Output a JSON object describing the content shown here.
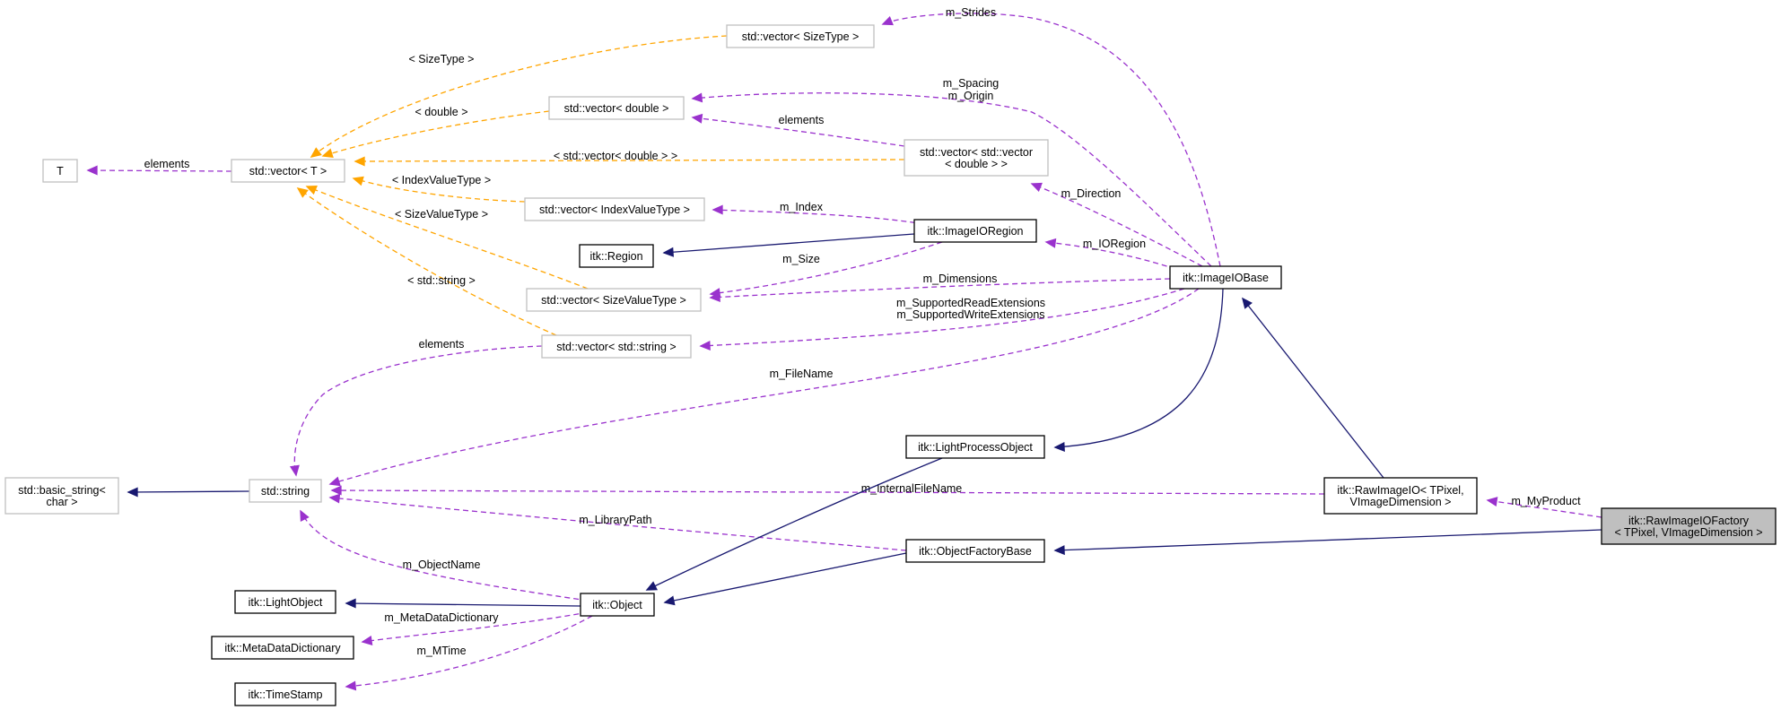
{
  "colors": {
    "inheritance": "#191970",
    "member": "#9a32cd",
    "template": "#ffa500",
    "focus_fill": "#bfbfbf"
  },
  "nodes": [
    {
      "id": "T",
      "lines": [
        "T"
      ],
      "style": "faded"
    },
    {
      "id": "vec_T",
      "lines": [
        "std::vector< T >"
      ],
      "style": "faded"
    },
    {
      "id": "vec_sizetype",
      "lines": [
        "std::vector< SizeType >"
      ],
      "style": "faded"
    },
    {
      "id": "vec_double",
      "lines": [
        "std::vector< double >"
      ],
      "style": "faded"
    },
    {
      "id": "vec_vec_double",
      "lines": [
        "std::vector< std::vector",
        "< double > >"
      ],
      "style": "faded"
    },
    {
      "id": "vec_indexvaluetype",
      "lines": [
        "std::vector< IndexValueType >"
      ],
      "style": "faded"
    },
    {
      "id": "itk_region",
      "lines": [
        "itk::Region"
      ],
      "style": "solid"
    },
    {
      "id": "itk_imageioregion",
      "lines": [
        "itk::ImageIORegion"
      ],
      "style": "solid"
    },
    {
      "id": "vec_sizevaluetype",
      "lines": [
        "std::vector< SizeValueType >"
      ],
      "style": "faded"
    },
    {
      "id": "itk_imageiobase",
      "lines": [
        "itk::ImageIOBase"
      ],
      "style": "solid"
    },
    {
      "id": "vec_string",
      "lines": [
        "std::vector< std::string >"
      ],
      "style": "faded"
    },
    {
      "id": "basic_string",
      "lines": [
        "std::basic_string<",
        "char >"
      ],
      "style": "faded"
    },
    {
      "id": "std_string",
      "lines": [
        "std::string"
      ],
      "style": "faded"
    },
    {
      "id": "itk_lightprocessobject",
      "lines": [
        "itk::LightProcessObject"
      ],
      "style": "solid"
    },
    {
      "id": "itk_rawimageio",
      "lines": [
        "itk::RawImageIO< TPixel,",
        "VImageDimension >"
      ],
      "style": "solid"
    },
    {
      "id": "itk_rawimageiofactory",
      "lines": [
        "itk::RawImageIOFactory",
        "< TPixel, VImageDimension >"
      ],
      "style": "focus"
    },
    {
      "id": "itk_objectfactorybase",
      "lines": [
        "itk::ObjectFactoryBase"
      ],
      "style": "solid"
    },
    {
      "id": "itk_lightobject",
      "lines": [
        "itk::LightObject"
      ],
      "style": "solid"
    },
    {
      "id": "itk_object",
      "lines": [
        "itk::Object"
      ],
      "style": "solid"
    },
    {
      "id": "itk_metadatadictionary",
      "lines": [
        "itk::MetaDataDictionary"
      ],
      "style": "solid"
    },
    {
      "id": "itk_timestamp",
      "lines": [
        "itk::TimeStamp"
      ],
      "style": "solid"
    }
  ],
  "edges": [
    {
      "id": "e1",
      "from": "vec_T",
      "to": "T",
      "kind": "member",
      "label": [
        "elements"
      ]
    },
    {
      "id": "e2",
      "from": "vec_sizetype",
      "to": "vec_T",
      "kind": "template",
      "label": [
        "< SizeType >"
      ]
    },
    {
      "id": "e3",
      "from": "vec_double",
      "to": "vec_T",
      "kind": "template",
      "label": [
        "< double >"
      ]
    },
    {
      "id": "e4",
      "from": "vec_vec_double",
      "to": "vec_T",
      "kind": "template",
      "label": [
        "< std::vector< double > >"
      ]
    },
    {
      "id": "e5",
      "from": "vec_indexvaluetype",
      "to": "vec_T",
      "kind": "template",
      "label": [
        "< IndexValueType >"
      ]
    },
    {
      "id": "e6",
      "from": "vec_sizevaluetype",
      "to": "vec_T",
      "kind": "template",
      "label": [
        "< SizeValueType >"
      ]
    },
    {
      "id": "e7",
      "from": "vec_string",
      "to": "vec_T",
      "kind": "template",
      "label": [
        "< std::string >"
      ]
    },
    {
      "id": "e8",
      "from": "vec_vec_double",
      "to": "vec_double",
      "kind": "member",
      "label": [
        "elements"
      ]
    },
    {
      "id": "e9",
      "from": "itk_imageiobase",
      "to": "vec_sizetype",
      "kind": "member",
      "label": [
        "m_Strides"
      ]
    },
    {
      "id": "e10",
      "from": "itk_imageiobase",
      "to": "vec_double",
      "kind": "member",
      "label": [
        "m_Spacing",
        "m_Origin"
      ]
    },
    {
      "id": "e11",
      "from": "itk_imageiobase",
      "to": "vec_vec_double",
      "kind": "member",
      "label": [
        "m_Direction"
      ]
    },
    {
      "id": "e12",
      "from": "itk_imageioregion",
      "to": "vec_indexvaluetype",
      "kind": "member",
      "label": [
        "m_Index"
      ]
    },
    {
      "id": "e13",
      "from": "itk_imageioregion",
      "to": "itk_region",
      "kind": "inherit",
      "label": []
    },
    {
      "id": "e14",
      "from": "itk_imageioregion",
      "to": "vec_sizevaluetype",
      "kind": "member",
      "label": [
        "m_Size"
      ]
    },
    {
      "id": "e15",
      "from": "itk_imageiobase",
      "to": "itk_imageioregion",
      "kind": "member",
      "label": [
        "m_IORegion"
      ]
    },
    {
      "id": "e16",
      "from": "itk_imageiobase",
      "to": "vec_sizevaluetype",
      "kind": "member",
      "label": [
        "m_Dimensions"
      ]
    },
    {
      "id": "e17",
      "from": "itk_imageiobase",
      "to": "vec_string",
      "kind": "member",
      "label": [
        "m_SupportedReadExtensions",
        "m_SupportedWriteExtensions"
      ]
    },
    {
      "id": "e18",
      "from": "itk_imageiobase",
      "to": "std_string",
      "kind": "member",
      "label": [
        "m_FileName"
      ]
    },
    {
      "id": "e19",
      "from": "vec_string",
      "to": "std_string",
      "kind": "member",
      "label": [
        "elements"
      ]
    },
    {
      "id": "e20",
      "from": "itk_imageiobase",
      "to": "itk_lightprocessobject",
      "kind": "inherit",
      "label": []
    },
    {
      "id": "e21",
      "from": "std_string",
      "to": "basic_string",
      "kind": "inherit",
      "label": []
    },
    {
      "id": "e22",
      "from": "itk_rawimageio",
      "to": "std_string",
      "kind": "member",
      "label": [
        "m_InternalFileName"
      ]
    },
    {
      "id": "e23",
      "from": "itk_rawimageio",
      "to": "itk_imageiobase",
      "kind": "inherit",
      "label": []
    },
    {
      "id": "e24",
      "from": "itk_rawimageiofactory",
      "to": "itk_rawimageio",
      "kind": "member",
      "label": [
        "m_MyProduct"
      ]
    },
    {
      "id": "e25",
      "from": "itk_rawimageiofactory",
      "to": "itk_objectfactorybase",
      "kind": "inherit",
      "label": []
    },
    {
      "id": "e26",
      "from": "itk_objectfactorybase",
      "to": "std_string",
      "kind": "member",
      "label": [
        "m_LibraryPath"
      ]
    },
    {
      "id": "e27",
      "from": "itk_lightprocessobject",
      "to": "itk_object",
      "kind": "inherit",
      "label": []
    },
    {
      "id": "e28",
      "from": "itk_objectfactorybase",
      "to": "itk_object",
      "kind": "inherit",
      "label": []
    },
    {
      "id": "e29",
      "from": "itk_object",
      "to": "std_string",
      "kind": "member",
      "label": [
        "m_ObjectName"
      ]
    },
    {
      "id": "e30",
      "from": "itk_object",
      "to": "itk_lightobject",
      "kind": "inherit",
      "label": []
    },
    {
      "id": "e31",
      "from": "itk_object",
      "to": "itk_metadatadictionary",
      "kind": "member",
      "label": [
        "m_MetaDataDictionary"
      ]
    },
    {
      "id": "e32",
      "from": "itk_object",
      "to": "itk_timestamp",
      "kind": "member",
      "label": [
        "m_MTime"
      ]
    }
  ]
}
